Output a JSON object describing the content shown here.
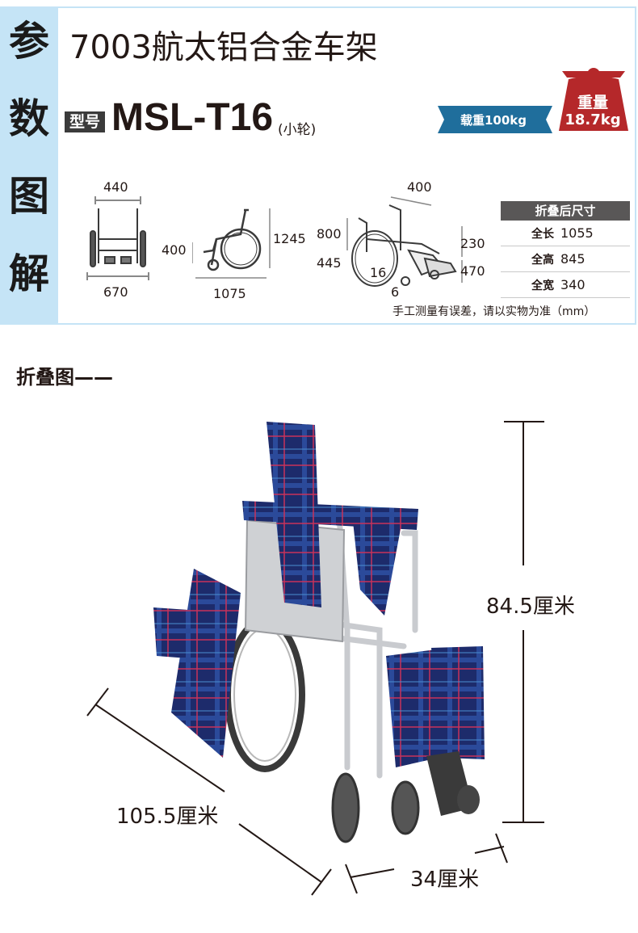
{
  "side_title": [
    "参",
    "数",
    "图",
    "解"
  ],
  "product": {
    "title": "7003航太铝合金车架",
    "model_tag": "型号",
    "model_name": "MSL-T16",
    "model_note": "(小轮)"
  },
  "badges": {
    "load": "载重100kg",
    "weight_label": "重量",
    "weight_value": "18.7kg"
  },
  "dimensions": {
    "front_width_top": "440",
    "front_width_bottom": "670",
    "side_height_left": "400",
    "side_height_right": "1245",
    "side_length": "1075",
    "iso_top": "400",
    "iso_left_upper": "800",
    "iso_left_lower": "445",
    "iso_wheel": "16",
    "iso_bottom": "6",
    "iso_right_upper": "230",
    "iso_right_lower": "470"
  },
  "fold_table": {
    "header": "折叠后尺寸",
    "rows": [
      {
        "key": "全长",
        "value": "1055"
      },
      {
        "key": "全高",
        "value": "845"
      },
      {
        "key": "全宽",
        "value": "340"
      }
    ]
  },
  "measure_note": "手工测量有误差，请以实物为准（mm）",
  "fold_section": {
    "title": "折叠图——",
    "height": "84.5厘米",
    "length": "105.5厘米",
    "width": "34厘米"
  },
  "colors": {
    "side_band": "#c5e4f6",
    "load_ribbon": "#1f6e9c",
    "weight_badge": "#b5282a",
    "fabric_navy": "#1d2b6b",
    "fabric_check_red": "#c8325a",
    "frame_silver": "#c9cbcf"
  }
}
